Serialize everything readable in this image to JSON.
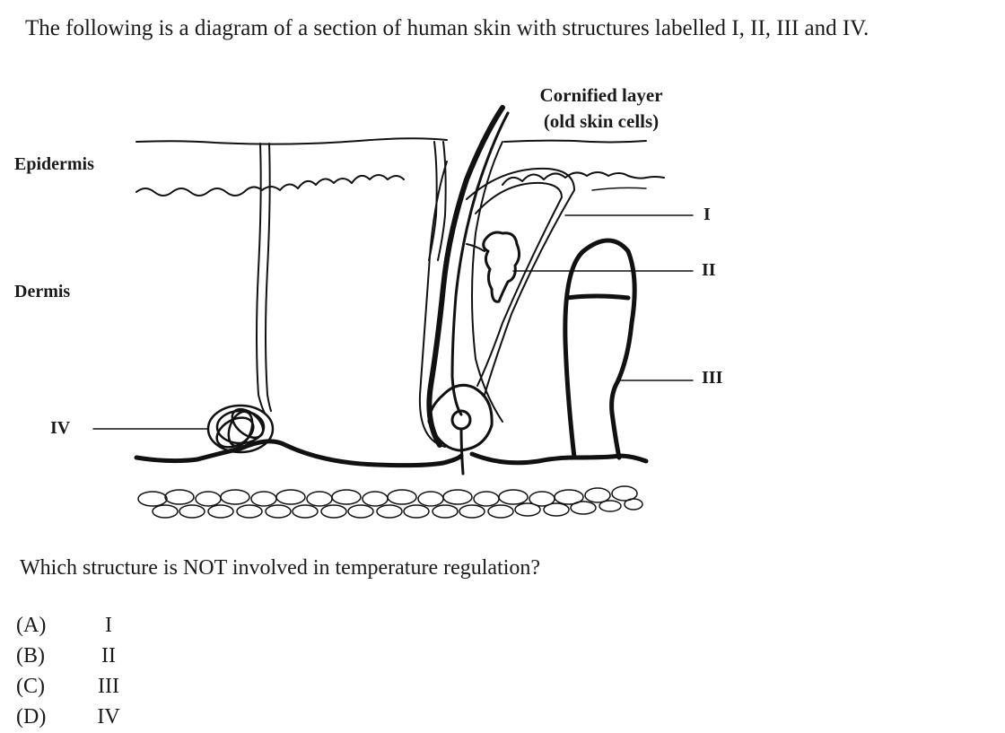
{
  "intro": "The following is a diagram of a section of human skin with structures labelled I, II, III and IV.",
  "diagram": {
    "labels": {
      "epidermis": "Epidermis",
      "dermis": "Dermis",
      "cornified_line1": "Cornified layer",
      "cornified_line2": "(old skin cells)",
      "I": "I",
      "II": "II",
      "III": "III",
      "IV": "IV"
    }
  },
  "question": "Which structure is NOT involved in temperature regulation?",
  "options": [
    {
      "letter": "(A)",
      "value": "I"
    },
    {
      "letter": "(B)",
      "value": "II"
    },
    {
      "letter": "(C)",
      "value": "III"
    },
    {
      "letter": "(D)",
      "value": "IV"
    }
  ]
}
